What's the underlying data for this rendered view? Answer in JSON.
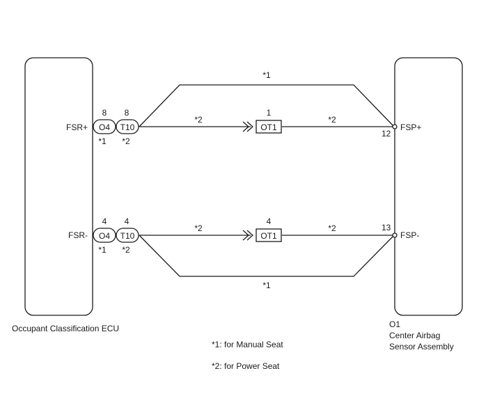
{
  "left_component": {
    "name": "Occupant Classification ECU",
    "terminals": {
      "plus": "FSR+",
      "minus": "FSR-"
    }
  },
  "right_component": {
    "id": "O1",
    "name_line1": "Center Airbag",
    "name_line2": "Sensor Assembly",
    "terminals": {
      "plus": {
        "name": "FSP+",
        "pin": "12"
      },
      "minus": {
        "name": "FSP-",
        "pin": "13"
      }
    }
  },
  "connectors": {
    "o4": {
      "label": "O4",
      "pin_plus": "8",
      "pin_minus": "4",
      "note": "*1"
    },
    "t10": {
      "label": "T10",
      "pin_plus": "8",
      "pin_minus": "4",
      "note": "*2"
    },
    "ot1": {
      "label": "OT1",
      "pin_plus": "1",
      "pin_minus": "4"
    }
  },
  "wire_notes": {
    "manual": "*1",
    "power": "*2"
  },
  "legend": {
    "note1": "*1: for Manual Seat",
    "note2": "*2: for Power Seat"
  }
}
